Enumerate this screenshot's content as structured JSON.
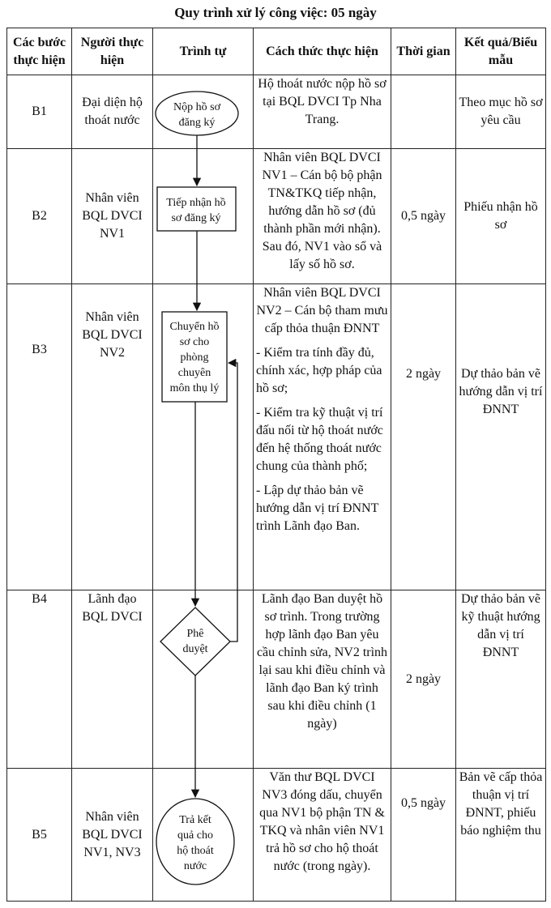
{
  "title": "Quy trình xử lý công việc: 05 ngày",
  "headers": {
    "step": "Các bước thực hiện",
    "person": "Người thực hiện",
    "sequence": "Trình tự",
    "method": "Cách thức thực hiện",
    "time": "Thời gian",
    "result": "Kết quả/Biểu mẫu"
  },
  "rows": [
    {
      "step": "B1",
      "person": "Đại diện hộ thoát nước",
      "method": [
        "Hộ thoát nước nộp hồ sơ tại BQL DVCI Tp Nha Trang."
      ],
      "time": "",
      "result": "Theo mục hồ sơ yêu cầu"
    },
    {
      "step": "B2",
      "person": "Nhân viên BQL DVCI NV1",
      "method": [
        "Nhân viên BQL DVCI NV1 – Cán bộ bộ phận TN&TKQ tiếp nhận, hướng dẫn hồ sơ (đủ thành phần mới nhận). Sau đó, NV1 vào sổ và lấy số hồ sơ."
      ],
      "time": "0,5 ngày",
      "result": "Phiếu nhận hồ sơ"
    },
    {
      "step": "B3",
      "person": "Nhân viên BQL DVCI NV2",
      "method_intro": "Nhân viên BQL DVCI NV2 – Cán bộ tham mưu cấp thỏa thuận ĐNNT",
      "method_list": [
        "- Kiểm tra tính đầy đủ, chính xác, hợp pháp của hồ sơ;",
        "- Kiểm tra kỹ thuật vị trí đấu nối từ hộ thoát nước đến hệ thống thoát nước chung của thành phố;",
        "- Lập dự thảo bản vẽ hướng dẫn vị trí ĐNNT trình Lãnh đạo Ban."
      ],
      "time": "2 ngày",
      "result": "Dự thảo bản vẽ hướng dẫn vị trí ĐNNT"
    },
    {
      "step": "B4",
      "person": "Lãnh đạo BQL DVCI",
      "method": [
        "Lãnh đạo Ban duyệt hồ sơ trình. Trong trường hợp lãnh đạo Ban yêu cầu chỉnh sửa, NV2 trình lại sau khi điều chỉnh và lãnh đạo Ban ký trình sau khi điều chỉnh (1 ngày)"
      ],
      "time": "2 ngày",
      "result": "Dự thảo bản vẽ kỹ thuật hướng dẫn vị trí ĐNNT"
    },
    {
      "step": "B5",
      "person": "Nhân viên BQL DVCI NV1, NV3",
      "method": [
        "Văn thư BQL DVCI NV3 đóng dấu, chuyển qua NV1 bộ phận TN & TKQ và nhân viên NV1 trả hồ sơ cho hộ thoát nước (trong ngày)."
      ],
      "time": "0,5 ngày",
      "result": "Bản vẽ cấp thỏa thuận vị trí ĐNNT, phiếu báo nghiệm thu"
    }
  ],
  "flow": {
    "start": [
      "Nộp hồ sơ",
      "đăng ký"
    ],
    "receive": [
      "Tiếp nhận hồ",
      "sơ đăng ký"
    ],
    "transfer": [
      "Chuyển hồ",
      "sơ cho",
      "phòng",
      "chuyên",
      "môn thụ lý"
    ],
    "approve": [
      "Phê",
      "duyệt"
    ],
    "end": [
      "Trả kết",
      "quả cho",
      "hộ thoát",
      "nước"
    ]
  }
}
